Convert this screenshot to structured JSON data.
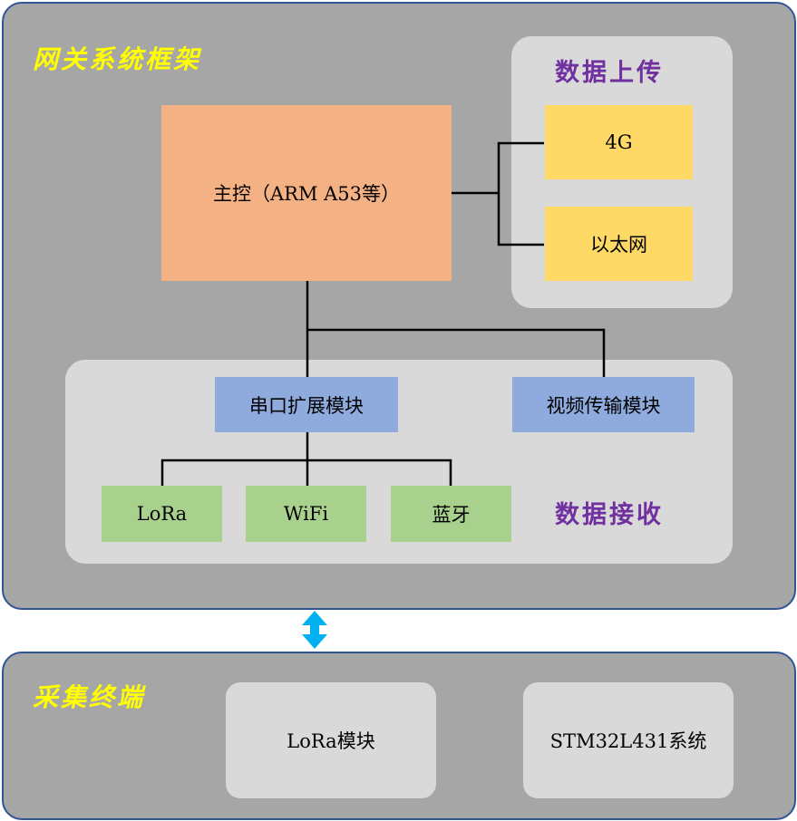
{
  "gateway": {
    "title": "网关系统框架",
    "main_controller": "主控（ARM A53等）",
    "upload": {
      "title": "数据上传",
      "items": [
        "4G",
        "以太网"
      ]
    },
    "receive": {
      "title": "数据接收",
      "serial_expansion": "串口扩展模块",
      "video_transmission": "视频传输模块",
      "modules": [
        "LoRa",
        "WiFi",
        "蓝牙"
      ]
    }
  },
  "terminal": {
    "title": "采集终端",
    "lora_module": "LoRa模块",
    "mcu_system": "STM32L431系统"
  },
  "colors": {
    "panel_border": "#2f5597",
    "panel_fill": "#a6a6a6",
    "zone_fill": "#d9d9d9",
    "main_controller": "#f4b183",
    "upload_box": "#ffd966",
    "blue_box": "#8faadc",
    "green_box": "#a9d18e",
    "cyan_arrow": "#00b0f0",
    "yellow_arrow": "#ffd966",
    "yellow_title": "#ffff00",
    "purple_title": "#7030a0"
  }
}
